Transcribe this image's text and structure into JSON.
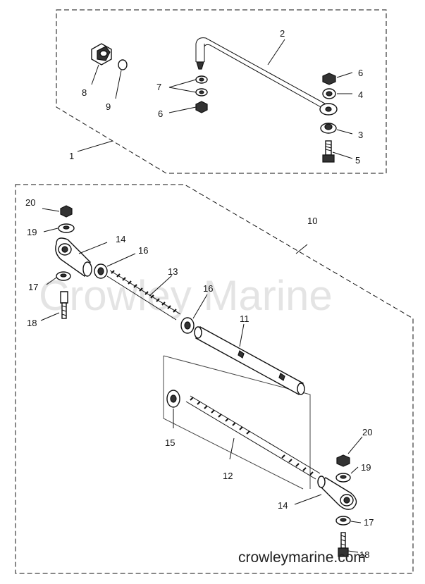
{
  "watermark": "Crowley Marine",
  "site": "crowleymarine.com",
  "callouts": {
    "c1": "1",
    "c2": "2",
    "c3": "3",
    "c4": "4",
    "c5": "5",
    "c6a": "6",
    "c6b": "6",
    "c7": "7",
    "c8": "8",
    "c9": "9",
    "c10": "10",
    "c11": "11",
    "c12": "12",
    "c13": "13",
    "c14a": "14",
    "c14b": "14",
    "c15": "15",
    "c16a": "16",
    "c16b": "16",
    "c17a": "17",
    "c17b": "17",
    "c18a": "18",
    "c18b": "18",
    "c19a": "19",
    "c19b": "19",
    "c20a": "20",
    "c20b": "20"
  }
}
